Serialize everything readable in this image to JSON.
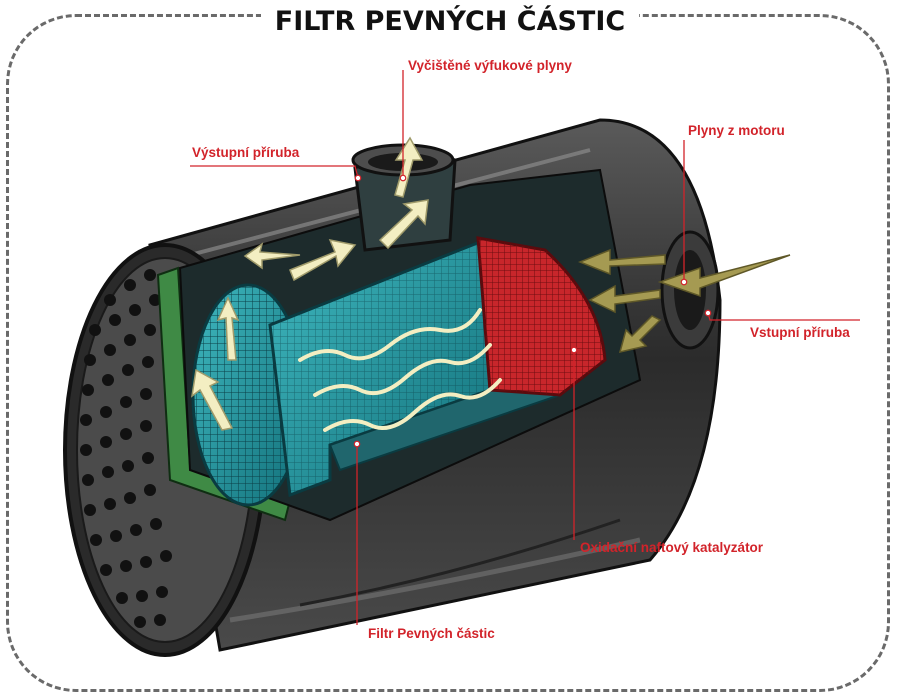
{
  "title": "FILTR PEVNÝCH ČÁSTIC",
  "labels": {
    "clean_exhaust": "Vyčištěné výfukové plyny",
    "outlet_flange": "Výstupní příruba",
    "engine_gases": "Plyny z motoru",
    "inlet_flange": "Vstupní příruba",
    "doc": "Oxidační naftový katalyzátor",
    "dpf": "Filtr Pevných částic"
  },
  "colors": {
    "label_red": "#d2232a",
    "shell": "#3a3a3a",
    "filter_teal": "#1e8f96",
    "catalyst_red": "#c8262b",
    "arrow_cream": "#f3eec2",
    "arrow_olive": "#a59a52"
  }
}
